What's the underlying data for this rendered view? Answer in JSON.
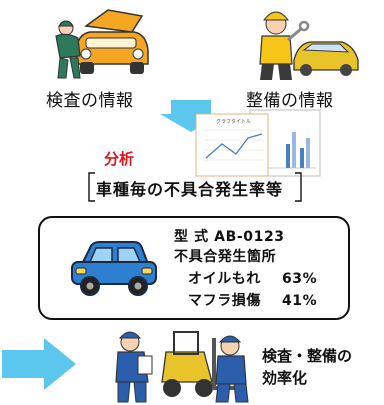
{
  "inspection": {
    "label": "検査の情報"
  },
  "maintenance": {
    "label": "整備の情報"
  },
  "analysis": {
    "label": "分析"
  },
  "rate_box": {
    "text": "車種毎の不具合発生率等"
  },
  "mini_chart": {
    "title": "グラフタイトル"
  },
  "detail": {
    "model_line": "型 式 AB-0123",
    "location_title": "不具合発生箇所",
    "items": [
      {
        "name": "オイルもれ",
        "percent": "63%"
      },
      {
        "name": "マフラ損傷",
        "percent": "41%"
      }
    ]
  },
  "result": {
    "line1": "検査・整備の",
    "line2": "効率化"
  },
  "colors": {
    "arrow": "#5bc6ee",
    "car_blue": "#2f7fd0",
    "car_orange": "#f5a623",
    "accent_red": "#e0141c"
  }
}
